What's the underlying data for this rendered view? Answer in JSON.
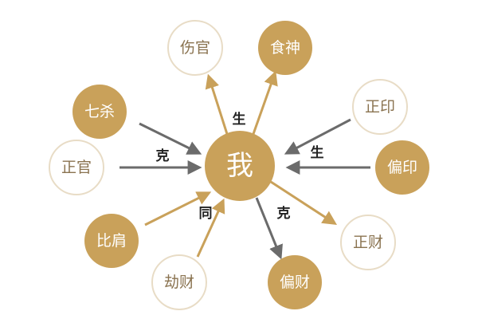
{
  "center": {
    "label": "我",
    "color": "#c9a15a"
  },
  "nodes": {
    "shangguan": {
      "label": "伤官",
      "style": "outline"
    },
    "shishen": {
      "label": "食神",
      "style": "filled"
    },
    "qisha": {
      "label": "七杀",
      "style": "filled"
    },
    "zhengguan": {
      "label": "正官",
      "style": "outline"
    },
    "zhengyin": {
      "label": "正印",
      "style": "outline"
    },
    "pianyin": {
      "label": "偏印",
      "style": "filled"
    },
    "bijian": {
      "label": "比肩",
      "style": "filled"
    },
    "jiecai": {
      "label": "劫财",
      "style": "outline"
    },
    "zhengcai": {
      "label": "正财",
      "style": "outline"
    },
    "piancai": {
      "label": "偏财",
      "style": "filled"
    }
  },
  "relations": {
    "sheng_out": "生",
    "sheng_in": "生",
    "ke_in": "克",
    "ke_out": "克",
    "tong": "同"
  },
  "colors": {
    "gold": "#c9a15a",
    "outline_border": "#e8dcc6",
    "outline_text": "#8a7350",
    "filled_text": "#ffffff",
    "arrow_gold": "#c9a15a",
    "arrow_gray": "#6b6b6b",
    "relation_text": "#222222"
  }
}
